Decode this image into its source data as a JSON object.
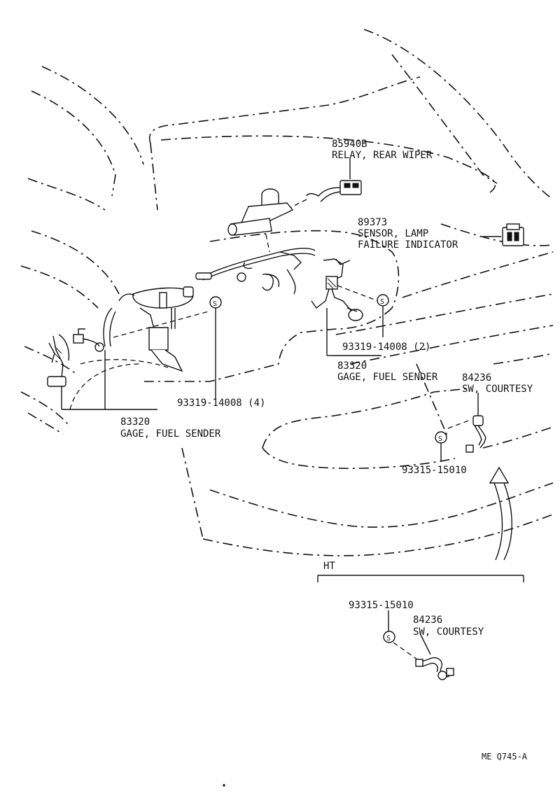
{
  "callouts": {
    "relay_rear_wiper": {
      "number": "85940B",
      "name": "RELAY, REAR WIPER"
    },
    "sensor_lamp": {
      "number": "89373",
      "line1": "SENSOR, LAMP",
      "line2": "FAILURE INDICATOR"
    },
    "screw_right": {
      "text": "93319-14008 (2)"
    },
    "gage_right": {
      "number": "83320",
      "name": "GAGE, FUEL SENDER"
    },
    "sw_courtesy": {
      "number": "84236",
      "name": "SW, COURTESY"
    },
    "screw_left": {
      "text": "93319-14008 (4)"
    },
    "gage_left": {
      "number": "83320",
      "name": "GAGE, FUEL SENDER"
    },
    "screw_courtesy": {
      "text": "93315-15010"
    },
    "ht_section": {
      "label": "HT",
      "screw": "93315-15010",
      "number": "84236",
      "name": "SW, COURTESY"
    },
    "screw_symbol": "S"
  },
  "drawing_code": "ME Q745-A"
}
